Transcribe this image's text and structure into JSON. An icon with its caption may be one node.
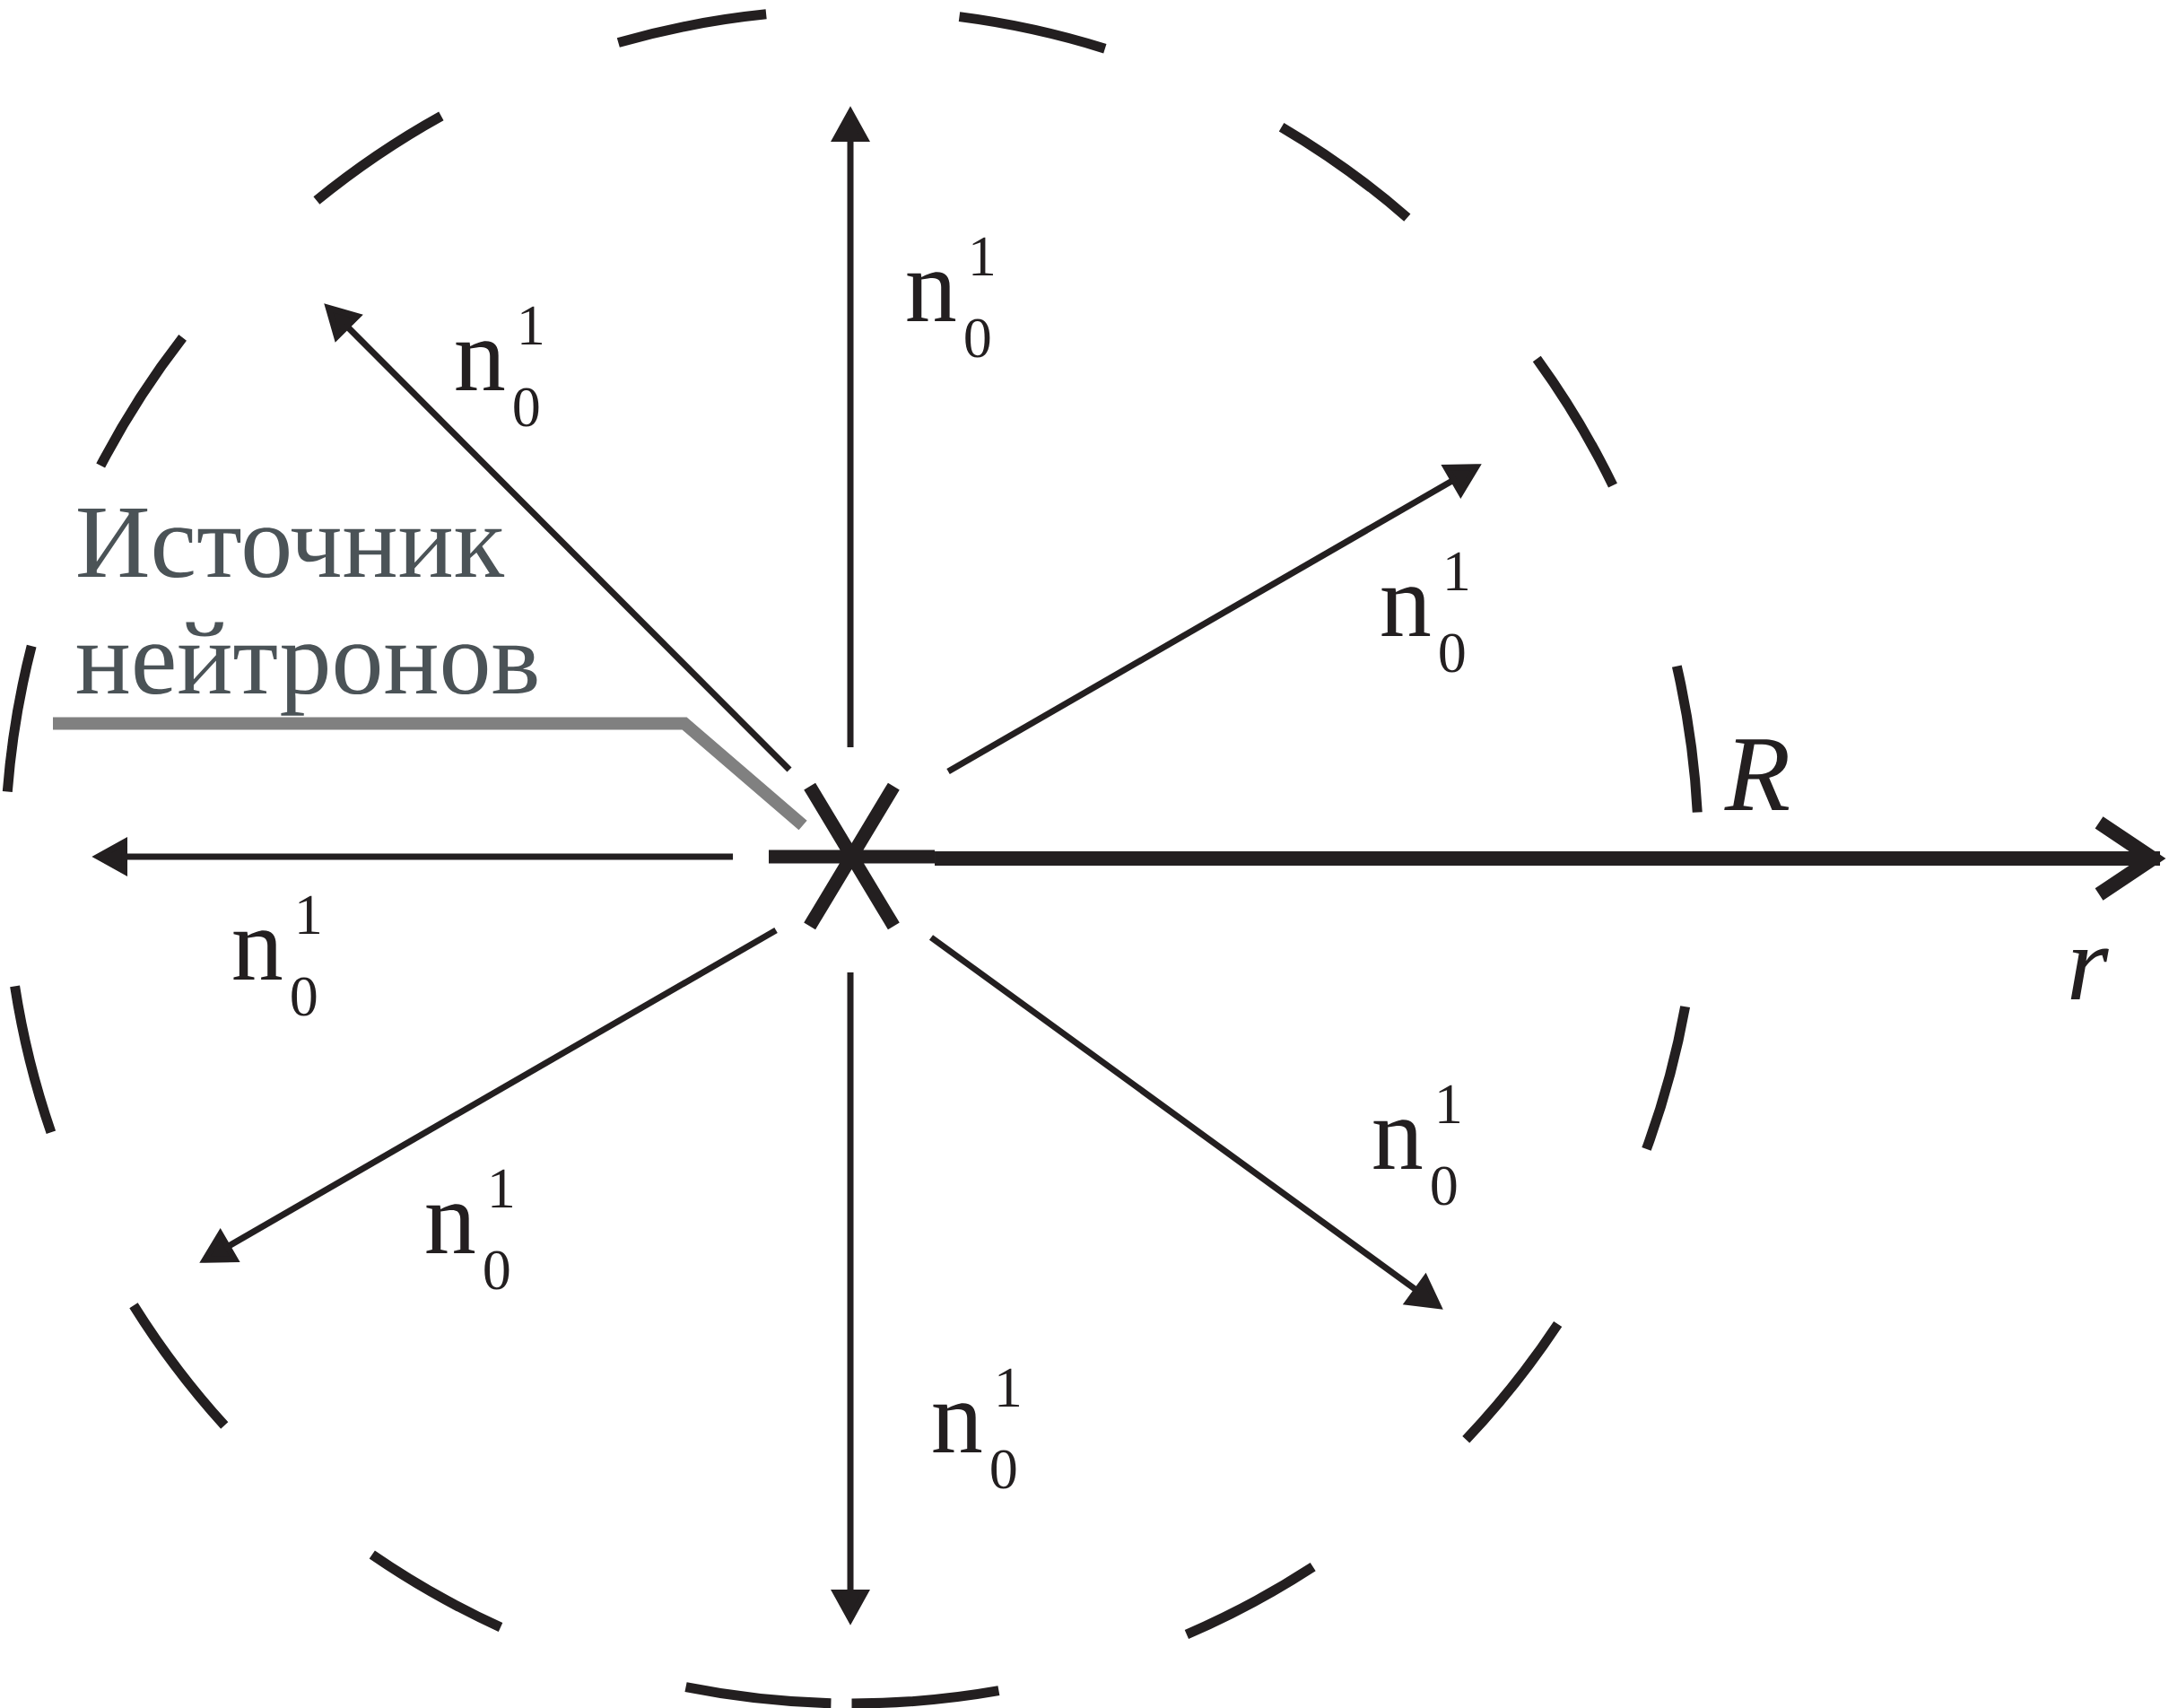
{
  "diagram": {
    "nodes": [
      {
        "text": [
          "Источник нейтронов"
        ]
      },
      {
        "text": [],
        "shape": "star"
      }
    ],
    "edges": [
      {
        "from": 0,
        "to": 1,
        "arrow": "none",
        "style": "thick",
        "color": "#808080"
      },
      {
        "from": 1,
        "to": null,
        "arrow": "to",
        "label": "n$_{0}$$^{1}$"
      },
      {
        "from": 1,
        "to": null,
        "arrow": "to",
        "label": "n$_{0}$$^{1}$"
      },
      {
        "from": 1,
        "to": null,
        "arrow": "to",
        "label": "n$_{0}$$^{1}$"
      },
      {
        "from": 1,
        "to": null,
        "arrow": "to",
        "label": "n$_{0}$$^{1}$"
      },
      {
        "from": 1,
        "to": null,
        "arrow": "to",
        "label": "n$_{0}$$^{1}$"
      },
      {
        "from": 1,
        "to": null,
        "arrow": "to",
        "label": "n$_{0}$$^{1}$"
      },
      {
        "from": 1,
        "to": null,
        "arrow": "to",
        "label": "n$_{0}$$^{1}$"
      }
    ],
    "labels": [
      "R",
      "r"
    ]
  }
}
